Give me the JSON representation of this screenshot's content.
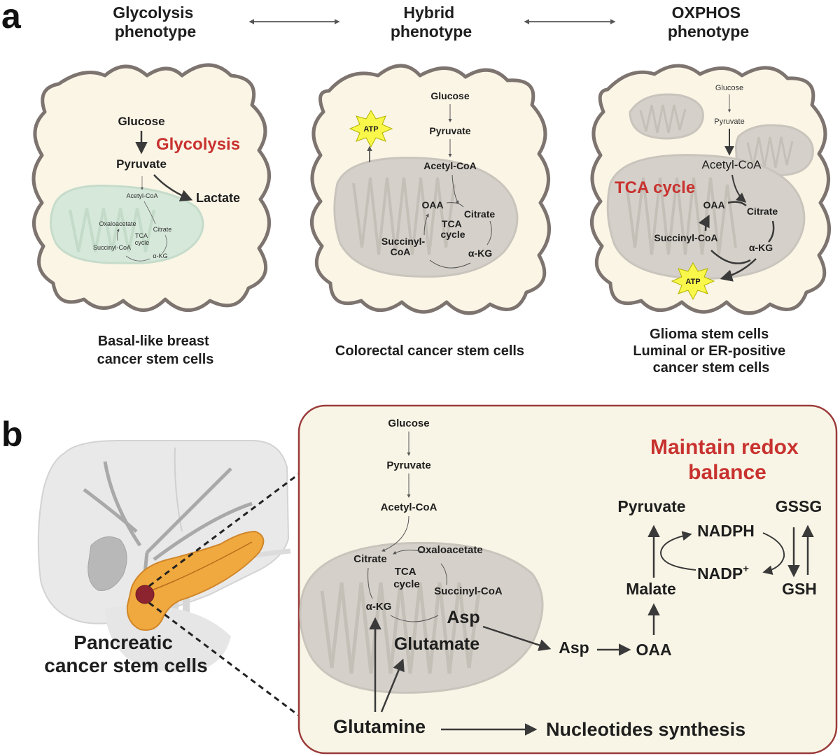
{
  "panel_a": {
    "label": "a",
    "phenotypes": {
      "glycolysis": [
        "Glycolysis",
        "phenotype"
      ],
      "hybrid": [
        "Hybrid",
        "phenotype"
      ],
      "oxphos": [
        "OXPHOS",
        "phenotype"
      ]
    },
    "cell1": {
      "glucose": "Glucose",
      "pyruvate": "Pyruvate",
      "glycolysis_label": "Glycolysis",
      "lactate": "Lactate",
      "acetyl_coa": "Acetyl-CoA",
      "oxaloacetate": "Oxaloacetate",
      "citrate": "Citrate",
      "tca": [
        "TCA",
        "cycle"
      ],
      "succinyl_coa": "Succinyl-CoA",
      "akg": "α-KG",
      "caption": [
        "Basal-like breast",
        "cancer stem cells"
      ]
    },
    "cell2": {
      "atp": "ATP",
      "glucose": "Glucose",
      "pyruvate": "Pyruvate",
      "acetyl_coa": "Acetyl-CoA",
      "oaa": "OAA",
      "citrate": "Citrate",
      "tca": [
        "TCA",
        "cycle"
      ],
      "succinyl_coa": [
        "Succinyl-",
        "CoA"
      ],
      "akg": "α-KG",
      "caption": "Colorectal cancer stem cells"
    },
    "cell3": {
      "glucose": "Glucose",
      "pyruvate": "Pyruvate",
      "acetyl_coa": "Acetyl-CoA",
      "tca_label": "TCA cycle",
      "oaa": "OAA",
      "citrate": "Citrate",
      "succinyl_coa": "Succinyl-CoA",
      "akg": "α-KG",
      "atp": "ATP",
      "caption": [
        "Glioma stem cells",
        "Luminal or ER-positive",
        "cancer stem cells"
      ]
    }
  },
  "panel_b": {
    "label": "b",
    "organ_caption": [
      "Pancreatic",
      "cancer stem cells"
    ],
    "glucose": "Glucose",
    "pyruvate": "Pyruvate",
    "acetyl_coa": "Acetyl-CoA",
    "citrate": "Citrate",
    "oxaloacetate": "Oxaloacetate",
    "tca": [
      "TCA",
      "cycle"
    ],
    "akg": "α-KG",
    "succinyl_coa": "Succinyl-CoA",
    "asp_inner": "Asp",
    "glutamate": "Glutamate",
    "asp_outer": "Asp",
    "oaa": "OAA",
    "malate": "Malate",
    "pyruvate_out": "Pyruvate",
    "nadph": "NADPH",
    "nadp": "NADP",
    "nadp_sup": "+",
    "gssg": "GSSG",
    "gsh": "GSH",
    "redox_title": [
      "Maintain redox",
      "balance"
    ],
    "glutamine": "Glutamine",
    "nucleotides": "Nucleotides synthesis"
  },
  "colors": {
    "accent_red": "#c8322f",
    "text": "#1e1e1e",
    "cell_fill": "#fbf5e6",
    "cell_border": "#7d7470",
    "mito_gray": "#d5d1ca",
    "mito_green": "#d6e8da",
    "box_fill": "#f8f5e6",
    "box_border": "#9b3a3a",
    "atp_yellow": "#f9f74a"
  }
}
